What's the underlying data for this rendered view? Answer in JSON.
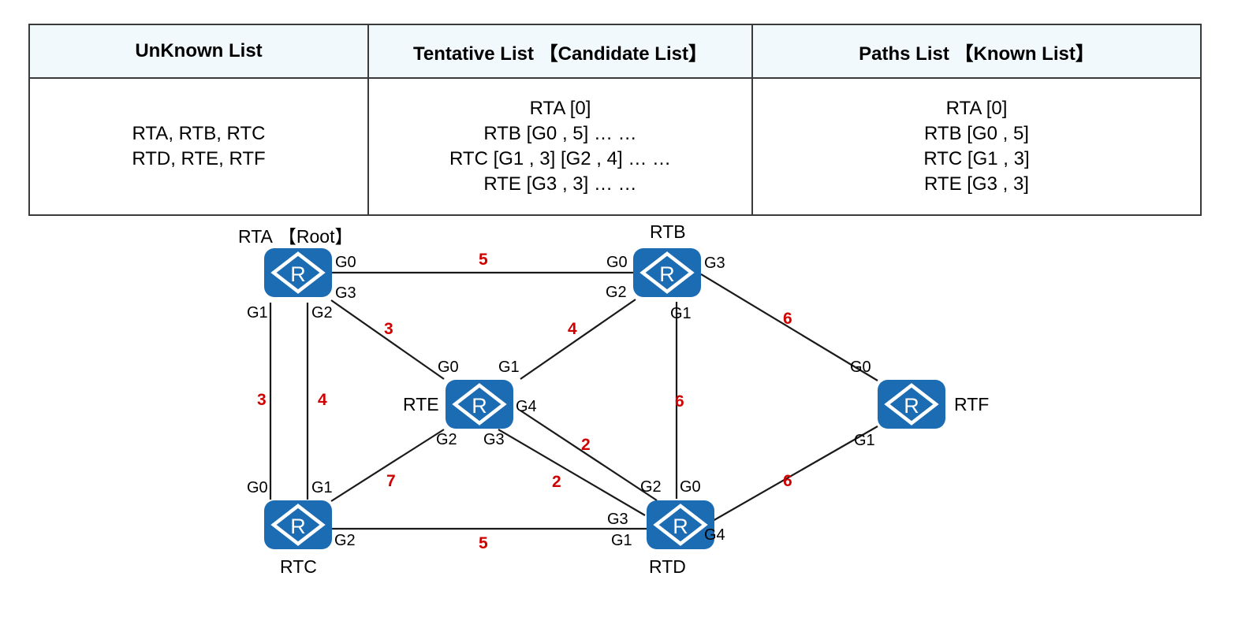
{
  "table": {
    "headers": [
      "UnKnown List",
      "Tentative List 【Candidate List】",
      "Paths List 【Known List】"
    ],
    "row": {
      "unknown": [
        "RTA, RTB, RTC",
        "RTD, RTE, RTF"
      ],
      "tentative": [
        "RTA [0]",
        "RTB [G0 , 5] … …",
        "RTC [G1 , 3] [G2 , 4] … …",
        "RTE [G3 , 3] … …"
      ],
      "paths": [
        "RTA [0]",
        "RTB [G0 , 5]",
        "RTC [G1 , 3]",
        "RTE [G3 , 3]"
      ]
    }
  },
  "diagram": {
    "router_glyph": "R",
    "router_color": "#1c6cb4",
    "cost_color": "#d00000",
    "nodes": [
      {
        "id": "RTA",
        "label": "RTA",
        "annotation": "【Root】"
      },
      {
        "id": "RTB",
        "label": "RTB",
        "annotation": ""
      },
      {
        "id": "RTC",
        "label": "RTC",
        "annotation": ""
      },
      {
        "id": "RTD",
        "label": "RTD",
        "annotation": ""
      },
      {
        "id": "RTE",
        "label": "RTE",
        "annotation": ""
      },
      {
        "id": "RTF",
        "label": "RTF",
        "annotation": ""
      }
    ],
    "interfaces": {
      "rta_g0": "G0",
      "rta_g3": "G3",
      "rta_g1": "G1",
      "rta_g2": "G2",
      "rtb_g0": "G0",
      "rtb_g3": "G3",
      "rtb_g2": "G2",
      "rtb_g1": "G1",
      "rte_g0": "G0",
      "rte_g1": "G1",
      "rte_g4": "G4",
      "rte_g2": "G2",
      "rte_g3": "G3",
      "rtf_g0": "G0",
      "rtf_g1": "G1",
      "rtc_g0": "G0",
      "rtc_g1": "G1",
      "rtc_g2": "G2",
      "rtd_g2": "G2",
      "rtd_g0": "G0",
      "rtd_g3": "G3",
      "rtd_g1": "G1",
      "rtd_g4": "G4"
    },
    "links": [
      {
        "from": "RTA",
        "from_if": "G0",
        "to": "RTB",
        "to_if": "G0",
        "cost": "5"
      },
      {
        "from": "RTA",
        "from_if": "G3",
        "to": "RTE",
        "to_if": "G0",
        "cost": "3"
      },
      {
        "from": "RTA",
        "from_if": "G1",
        "to": "RTC",
        "to_if": "G0",
        "cost": "3"
      },
      {
        "from": "RTA",
        "from_if": "G2",
        "to": "RTC",
        "to_if": "G1",
        "cost": "4"
      },
      {
        "from": "RTB",
        "from_if": "G2",
        "to": "RTE",
        "to_if": "G1",
        "cost": "4"
      },
      {
        "from": "RTB",
        "from_if": "G1",
        "to": "RTD",
        "to_if": "G0",
        "cost": "6"
      },
      {
        "from": "RTB",
        "from_if": "G3",
        "to": "RTF",
        "to_if": "G0",
        "cost": "6"
      },
      {
        "from": "RTE",
        "from_if": "G4",
        "to": "RTD",
        "to_if": "G2",
        "cost": "2"
      },
      {
        "from": "RTE",
        "from_if": "G3",
        "to": "RTD",
        "to_if": "G3",
        "cost": "2"
      },
      {
        "from": "RTE",
        "from_if": "G2",
        "to": "RTC",
        "to_if": "G1",
        "cost": "7"
      },
      {
        "from": "RTC",
        "from_if": "G2",
        "to": "RTD",
        "to_if": "G1",
        "cost": "5"
      },
      {
        "from": "RTD",
        "from_if": "G4",
        "to": "RTF",
        "to_if": "G1",
        "cost": "6"
      }
    ],
    "costs": {
      "a_b": "5",
      "a_e": "3",
      "a_c1": "3",
      "a_c2": "4",
      "b_e": "4",
      "b_d": "6",
      "b_f": "6",
      "e_d1": "2",
      "e_d2": "2",
      "e_c": "7",
      "c_d": "5",
      "d_f": "6"
    }
  }
}
